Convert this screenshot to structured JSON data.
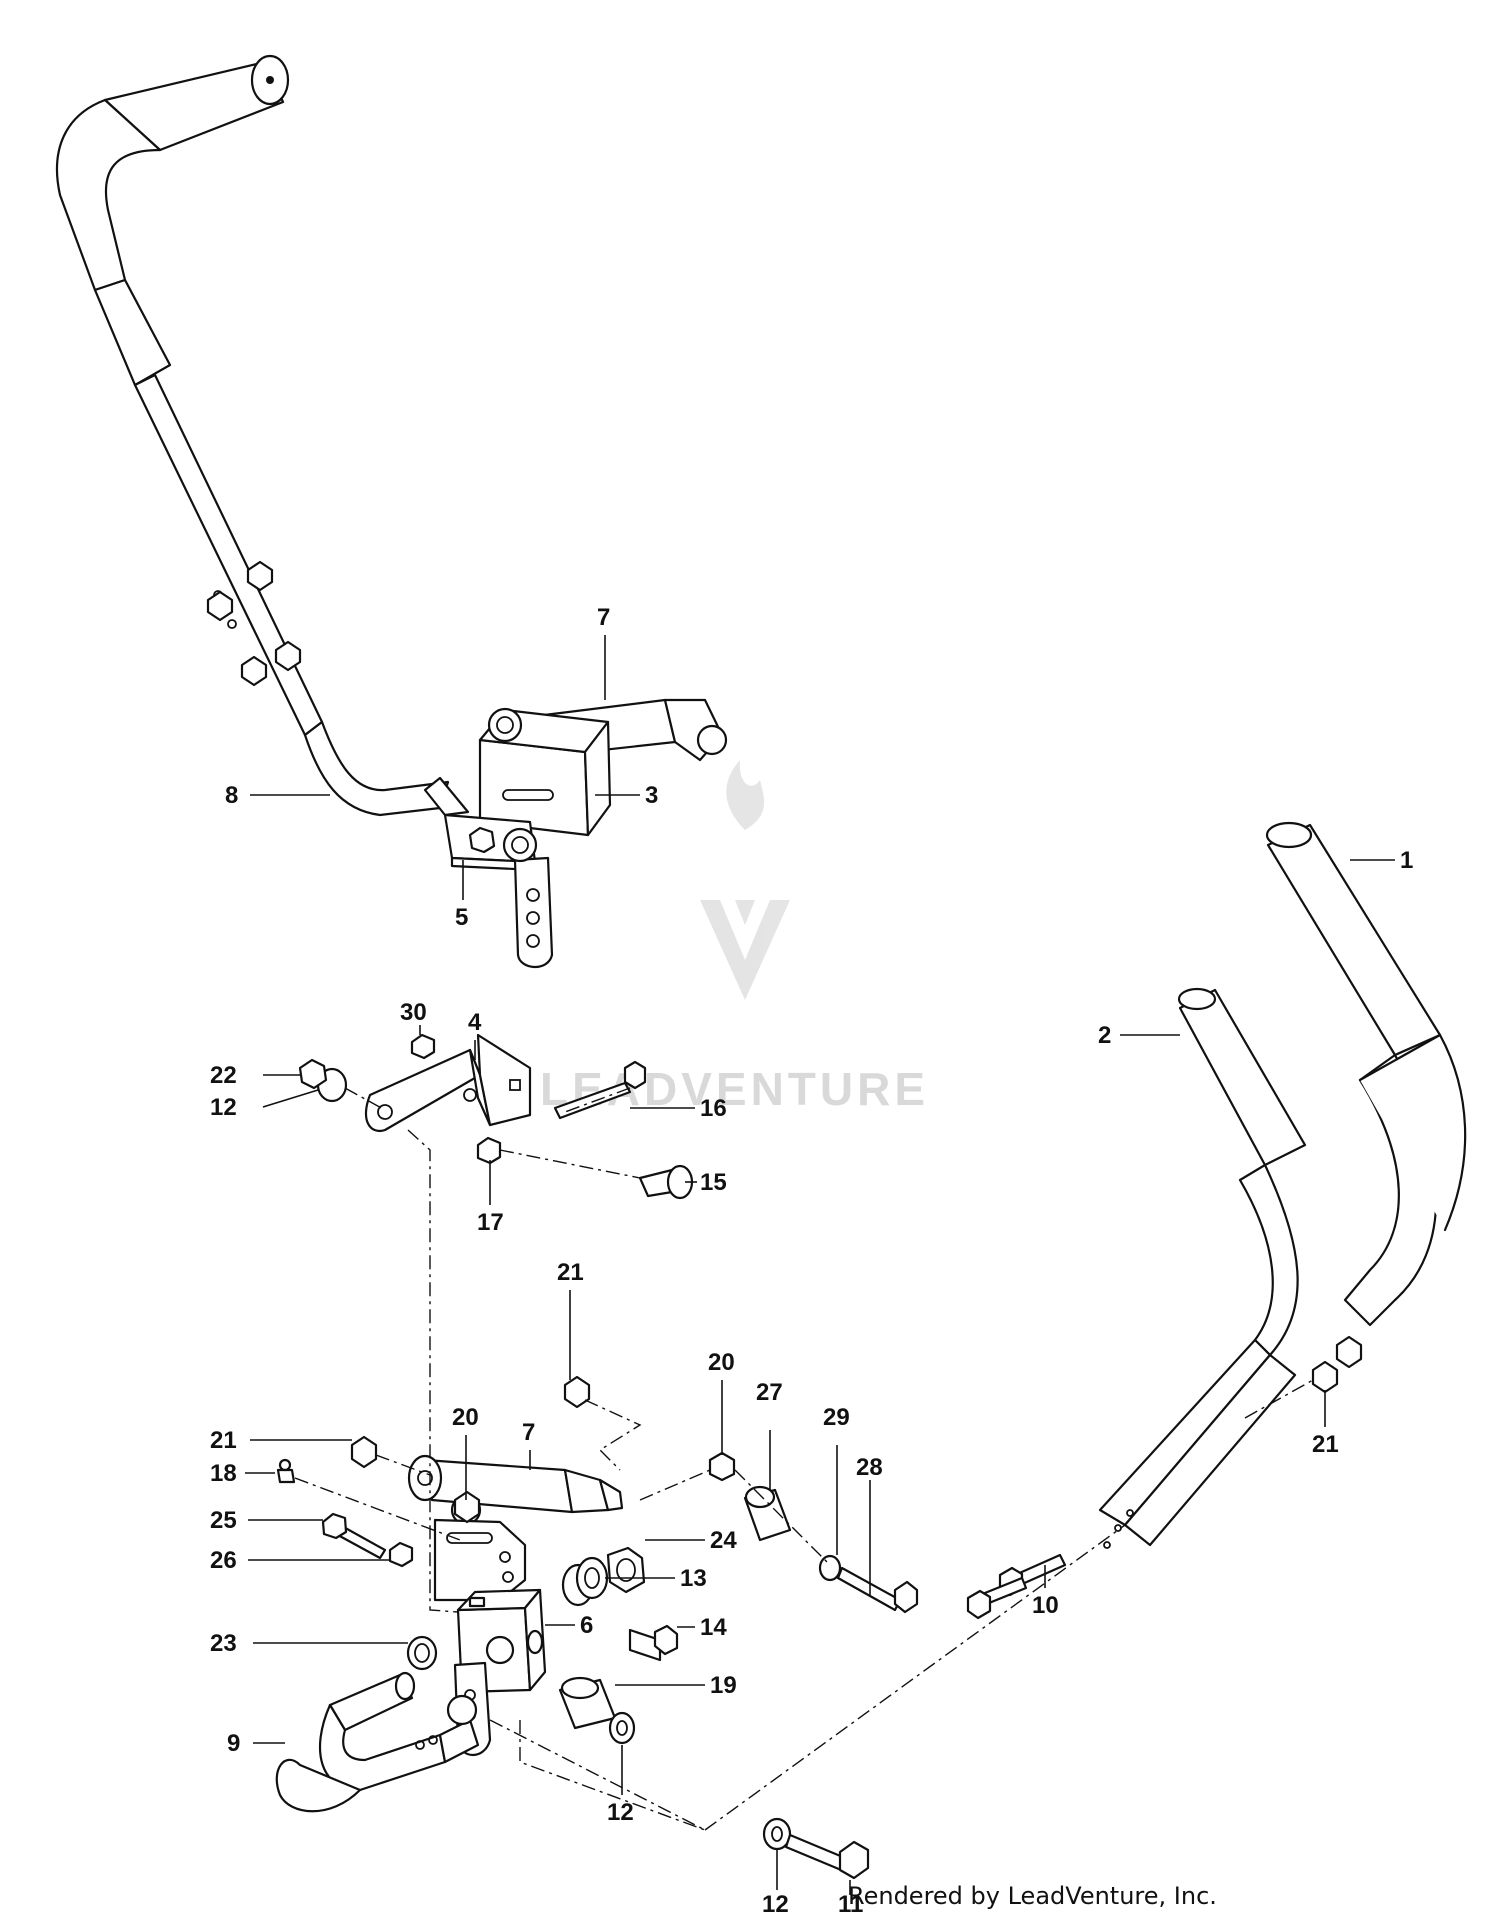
{
  "watermark": {
    "text": "LEADVENTURE",
    "color": "#d9d9d9"
  },
  "credit": "Rendered by LeadVenture, Inc.",
  "callouts": {
    "c1": "1",
    "c2": "2",
    "c3": "3",
    "c4": "4",
    "c5": "5",
    "c6": "6",
    "c7a": "7",
    "c7b": "7",
    "c8": "8",
    "c9": "9",
    "c10": "10",
    "c11": "11",
    "c12a": "12",
    "c12b": "12",
    "c12c": "12",
    "c13": "13",
    "c14": "14",
    "c15": "15",
    "c16": "16",
    "c17": "17",
    "c18": "18",
    "c19": "19",
    "c20a": "20",
    "c20b": "20",
    "c21a": "21",
    "c21b": "21",
    "c21c": "21",
    "c22": "22",
    "c23": "23",
    "c24": "24",
    "c25": "25",
    "c26": "26",
    "c27": "27",
    "c28": "28",
    "c29": "29",
    "c30": "30"
  }
}
